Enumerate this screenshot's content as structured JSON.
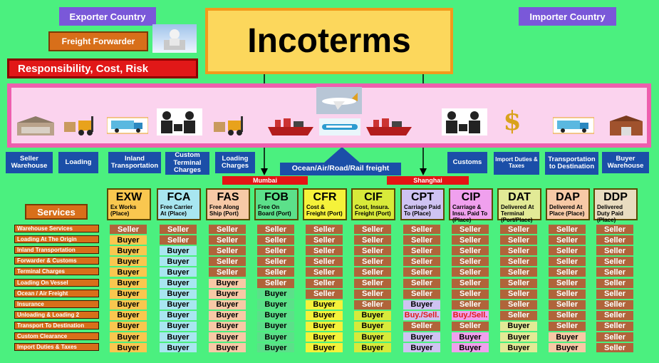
{
  "title": "Incoterms",
  "exporter_label": "Exporter Country",
  "importer_label": "Importer Country",
  "forwarder_label": "Freight Forwarder",
  "responsibility_label": "Responsibility, Cost, Risk",
  "chain_labels": {
    "seller_warehouse": "Seller Warehouse",
    "loading": "Loading",
    "inland_transportation": "Inland Transportation",
    "custom_terminal_charges": "Custom Terminal Charges",
    "loading_charges": "Loading Charges",
    "ocean_freight": "Ocean/Air/Road/Rail freight",
    "customs": "Customs",
    "import_duties": "Import Duties & Taxes",
    "transport_destination": "Transportation to Destination",
    "buyer_warehouse": "Buyer Warehouse"
  },
  "ports": {
    "origin": "Mumbai",
    "destination": "Shanghai"
  },
  "services_title": "Services",
  "services": [
    "Warehouse Services",
    "Loading At The Origin",
    "Inland Transportation",
    "Forwarder & Customs",
    "Terminal Charges",
    "Loading On Vessel",
    "Ocean / Air Freight",
    "Insurance",
    "Unloading & Loading 2",
    "Transport To Destination",
    "Custom Clearance",
    "Import Duties & Taxes"
  ],
  "terms": [
    {
      "code": "EXW",
      "name": "Ex Works (Place)",
      "bg": "#f9c74f",
      "values": [
        "Seller",
        "Buyer",
        "Buyer",
        "Buyer",
        "Buyer",
        "Buyer",
        "Buyer",
        "Buyer",
        "Buyer",
        "Buyer",
        "Buyer",
        "Buyer"
      ]
    },
    {
      "code": "FCA",
      "name": "Free Carrier At (Place)",
      "bg": "#a8e6f0",
      "values": [
        "Seller",
        "Seller",
        "Buyer",
        "Buyer",
        "Buyer",
        "Buyer",
        "Buyer",
        "Buyer",
        "Buyer",
        "Buyer",
        "Buyer",
        "Buyer"
      ]
    },
    {
      "code": "FAS",
      "name": "Free Along Ship (Port)",
      "bg": "#f7c9a6",
      "values": [
        "Seller",
        "Seller",
        "Seller",
        "Seller",
        "Seller",
        "Buyer",
        "Buyer",
        "Buyer",
        "Buyer",
        "Buyer",
        "Buyer",
        "Buyer"
      ]
    },
    {
      "code": "FOB",
      "name": "Free On Board (Port)",
      "bg": "#5ce08a",
      "values": [
        "Seller",
        "Seller",
        "Seller",
        "Seller",
        "Seller",
        "Seller",
        "Buyer",
        "Buyer",
        "Buyer",
        "Buyer",
        "Buyer",
        "Buyer"
      ]
    },
    {
      "code": "CFR",
      "name": "Cost & Freight (Port)",
      "bg": "#f5f23a",
      "values": [
        "Seller",
        "Seller",
        "Seller",
        "Seller",
        "Seller",
        "Seller",
        "Seller",
        "Buyer",
        "Buyer",
        "Buyer",
        "Buyer",
        "Buyer"
      ]
    },
    {
      "code": "CIF",
      "name": "Cost, Insura. Freight (Port)",
      "bg": "#d8ea3a",
      "values": [
        "Seller",
        "Seller",
        "Seller",
        "Seller",
        "Seller",
        "Seller",
        "Seller",
        "Seller",
        "Buyer",
        "Buyer",
        "Buyer",
        "Buyer"
      ]
    },
    {
      "code": "CPT",
      "name": "Carriage Paid To (Place)",
      "bg": "#cfc3f2",
      "values": [
        "Seller",
        "Seller",
        "Seller",
        "Seller",
        "Seller",
        "Seller",
        "Seller",
        "Buyer",
        "Buy./Sell.",
        "Seller",
        "Buyer",
        "Buyer"
      ]
    },
    {
      "code": "CIP",
      "name": "Carriage & Insu. Paid To (Place)",
      "bg": "#f0a0ee",
      "values": [
        "Seller",
        "Seller",
        "Seller",
        "Seller",
        "Seller",
        "Seller",
        "Seller",
        "Seller",
        "Buy./Sell.",
        "Seller",
        "Buyer",
        "Buyer"
      ]
    },
    {
      "code": "DAT",
      "name": "Delivered At Terminal (Port/Place)",
      "bg": "#e2ea96",
      "values": [
        "Seller",
        "Seller",
        "Seller",
        "Seller",
        "Seller",
        "Seller",
        "Seller",
        "Seller",
        "Seller",
        "Buyer",
        "Buyer",
        "Buyer"
      ]
    },
    {
      "code": "DAP",
      "name": "Delivered At Place (Place)",
      "bg": "#f7c9a6",
      "values": [
        "Seller",
        "Seller",
        "Seller",
        "Seller",
        "Seller",
        "Seller",
        "Seller",
        "Seller",
        "Seller",
        "Seller",
        "Buyer",
        "Buyer"
      ]
    },
    {
      "code": "DDP",
      "name": "Delivered Duty Paid (Place)",
      "bg": "#e9dcc0",
      "values": [
        "Seller",
        "Seller",
        "Seller",
        "Seller",
        "Seller",
        "Seller",
        "Seller",
        "Seller",
        "Seller",
        "Seller",
        "Seller",
        "Seller"
      ]
    }
  ],
  "colors": {
    "background": "#4bf07f",
    "seller_cell": "#b0643a",
    "seller_text": "#ffffff",
    "split_text": "#e11818",
    "label_blue": "#1b4fa8",
    "services_orange": "#d86f1a"
  },
  "icons": [
    "warehouse-icon",
    "forklift-icon",
    "truck-icon",
    "customs-officer-icon",
    "forklift-icon",
    "ship-icon",
    "airplane-icon",
    "train-icon",
    "ship-icon",
    "customs-officer-icon",
    "dollar-icon",
    "truck-icon",
    "buyer-warehouse-icon"
  ]
}
